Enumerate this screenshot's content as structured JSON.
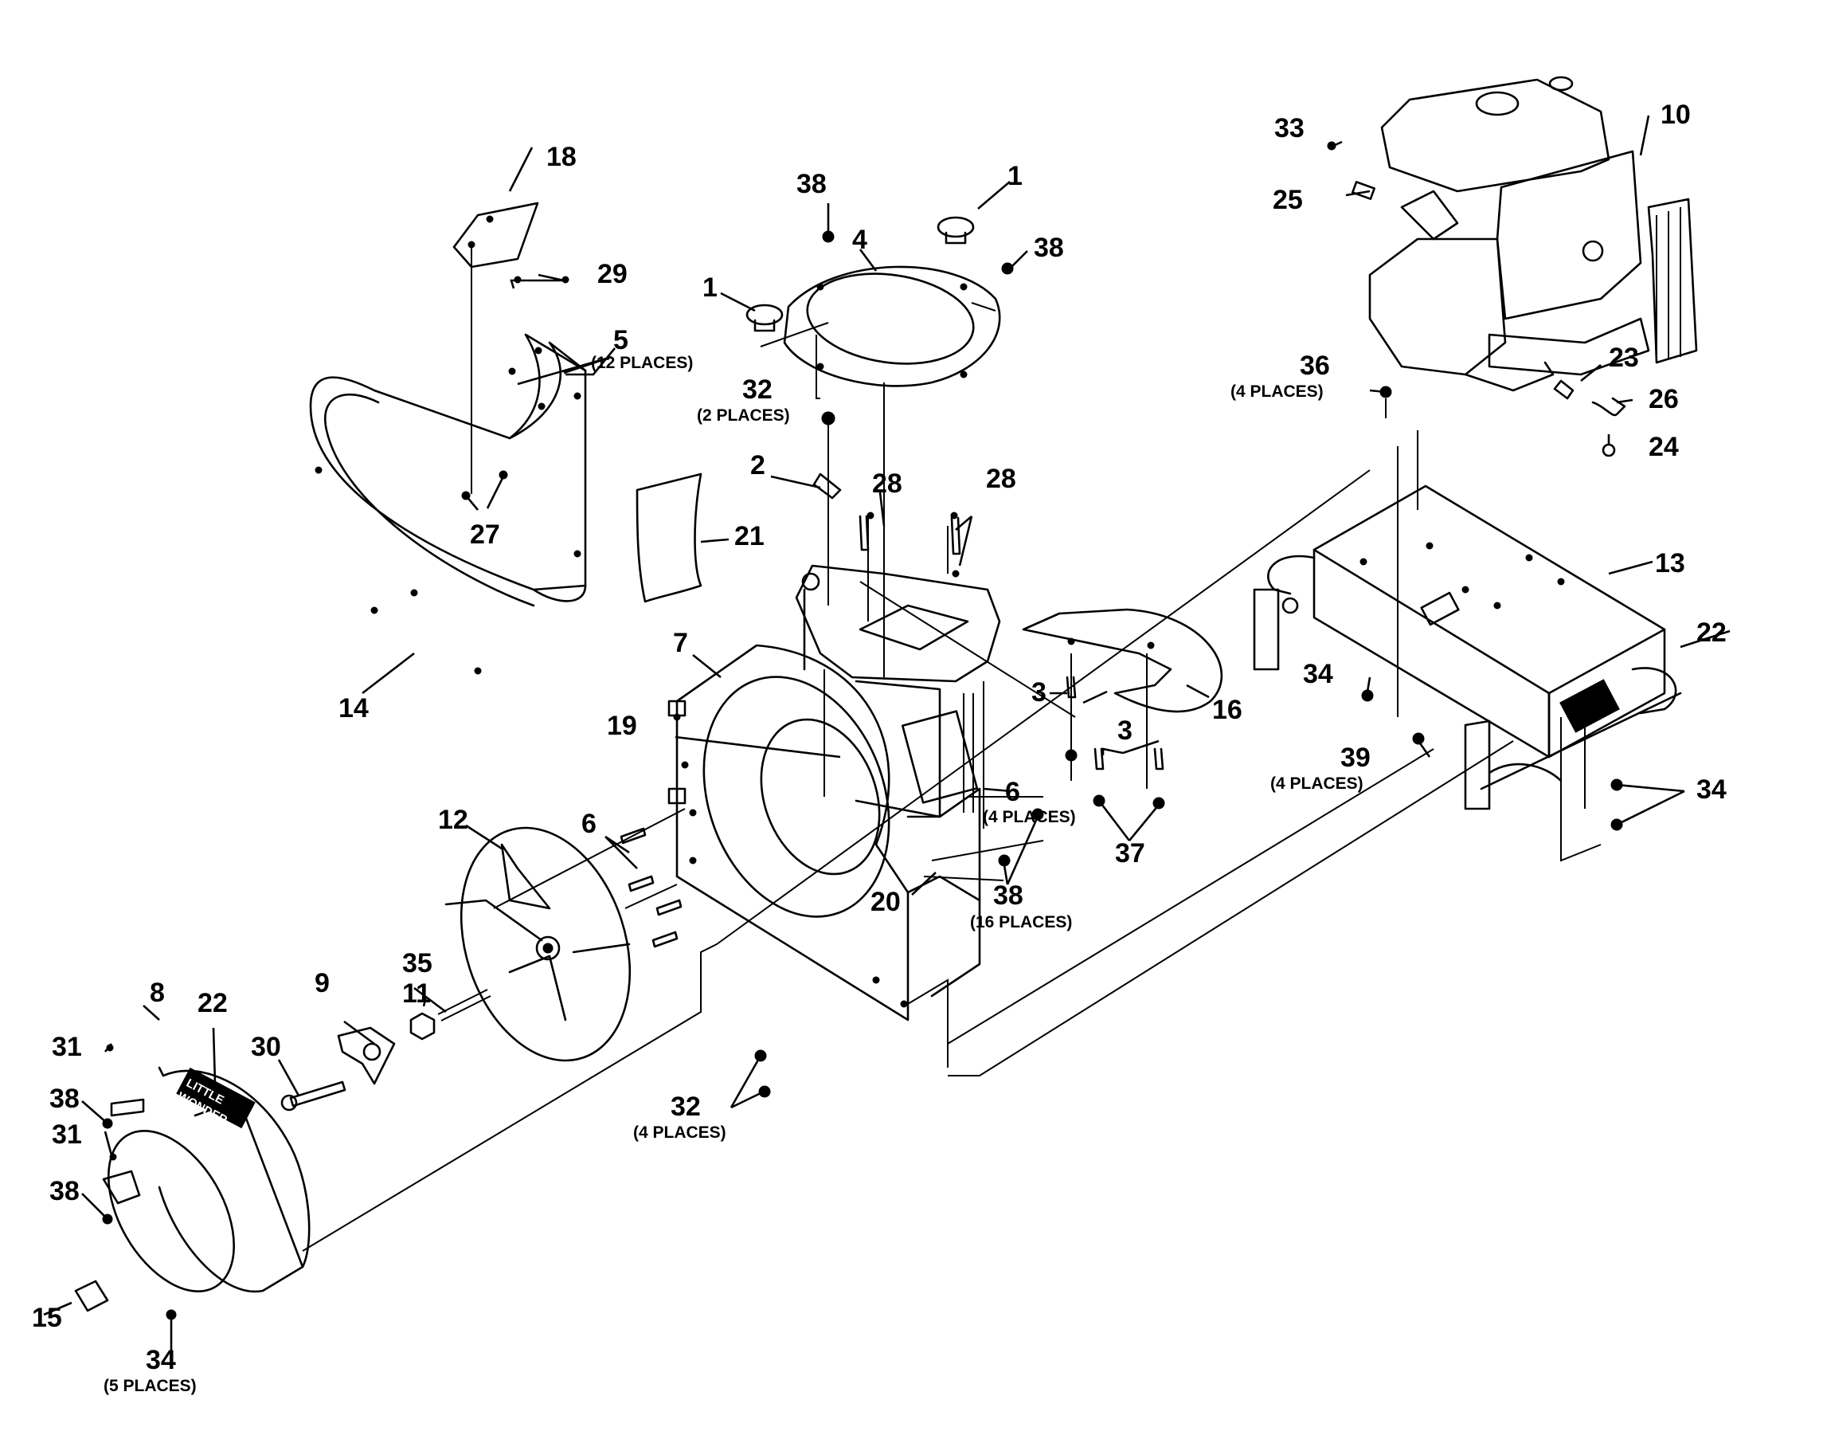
{
  "callouts": {
    "c1a": "1",
    "c1b": "1",
    "c2": "2",
    "c3a": "3",
    "c3b": "3",
    "c4": "4",
    "c5": "5",
    "c5p": "(12 PLACES)",
    "c6a": "6",
    "c6b": "6",
    "c6bp": "(4 PLACES)",
    "c7": "7",
    "c8": "8",
    "c9": "9",
    "c10": "10",
    "c11": "11",
    "c12": "12",
    "c13": "13",
    "c14": "14",
    "c15": "15",
    "c16": "16",
    "c18": "18",
    "c19": "19",
    "c20": "20",
    "c21": "21",
    "c22a": "22",
    "c22b": "22",
    "c23": "23",
    "c24": "24",
    "c25": "25",
    "c26": "26",
    "c27": "27",
    "c28a": "28",
    "c28b": "28",
    "c29": "29",
    "c30": "30",
    "c31a": "31",
    "c31b": "31",
    "c32a": "32",
    "c32ap": "(2 PLACES)",
    "c32b": "32",
    "c32bp": "(4 PLACES)",
    "c33": "33",
    "c34a": "34",
    "c34b": "34",
    "c34c": "34",
    "c34cp": "(5 PLACES)",
    "c35": "35",
    "c36": "36",
    "c36p": "(4 PLACES)",
    "c37": "37",
    "c38a": "38",
    "c38b": "38",
    "c38c": "38",
    "c38cp": "(16 PLACES)",
    "c38d": "38",
    "c38e": "38",
    "c39": "39",
    "c39p": "(4 PLACES)"
  },
  "decals": {
    "brand_line1": "LITTLE",
    "brand_line2": "WONDER"
  }
}
